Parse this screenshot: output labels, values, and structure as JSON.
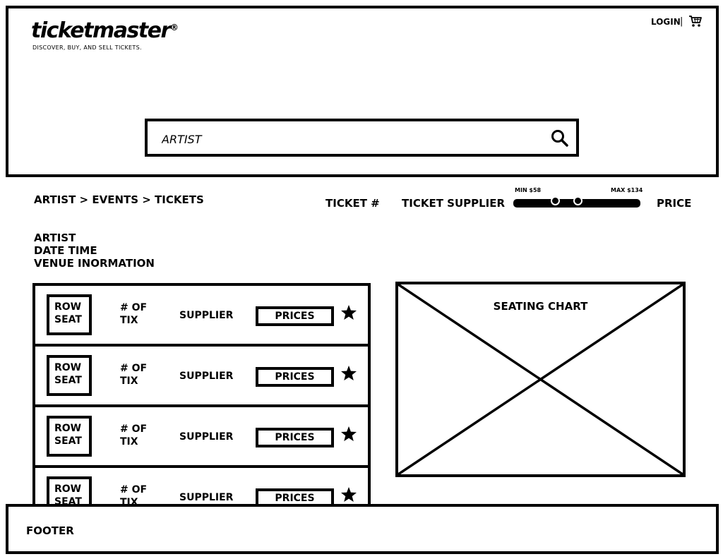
{
  "header": {
    "logo": "ticketmaster",
    "logo_mark": "®",
    "tagline": "DISCOVER, BUY, AND SELL TICKETS.",
    "login_label": "LOGIN",
    "separator": "|",
    "cart_icon": "cart-icon"
  },
  "search": {
    "placeholder": "ARTIST",
    "icon": "search-icon"
  },
  "breadcrumb": "ARTIST > EVENTS > TICKETS",
  "filters": {
    "ticket_count_label": "TICKET #",
    "supplier_label": "TICKET SUPPLIER",
    "price_label": "PRICE",
    "price_slider": {
      "min_label": "MIN $58",
      "max_label": "MAX $134"
    }
  },
  "event_info": {
    "artist": "ARTIST",
    "date_time": "DATE TIME",
    "venue": "VENUE INORMATION"
  },
  "tickets": [
    {
      "row": "ROW",
      "seat": "SEAT",
      "tix_line1": "# OF",
      "tix_line2": "TIX",
      "supplier": "SUPPLIER",
      "prices_label": "PRICES",
      "icon": "star-icon"
    },
    {
      "row": "ROW",
      "seat": "SEAT",
      "tix_line1": "# OF",
      "tix_line2": "TIX",
      "supplier": "SUPPLIER",
      "prices_label": "PRICES",
      "icon": "star-icon"
    },
    {
      "row": "ROW",
      "seat": "SEAT",
      "tix_line1": "# OF",
      "tix_line2": "TIX",
      "supplier": "SUPPLIER",
      "prices_label": "PRICES",
      "icon": "star-icon"
    },
    {
      "row": "ROW",
      "seat": "SEAT",
      "tix_line1": "# OF",
      "tix_line2": "TIX",
      "supplier": "SUPPLIER",
      "prices_label": "PRICES",
      "icon": "star-icon"
    }
  ],
  "seating_chart": {
    "label": "SEATING CHART"
  },
  "footer": {
    "label": "FOOTER"
  }
}
